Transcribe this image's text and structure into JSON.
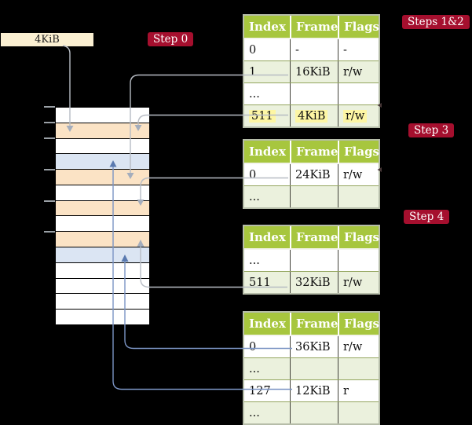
{
  "page_size_label": "4KiB",
  "badges": [
    {
      "label": "Step 0"
    },
    {
      "label": "Steps 1&2"
    },
    {
      "label": "Step 3"
    },
    {
      "label": "Step 4"
    }
  ],
  "memory": {
    "rows": [
      "white",
      "orange",
      "white",
      "blue",
      "orange",
      "white",
      "orange",
      "white",
      "orange",
      "blue",
      "white",
      "white",
      "white",
      "white"
    ]
  },
  "tables": [
    {
      "headers": [
        "Index",
        "Frame",
        "Flags"
      ],
      "rows": [
        {
          "cells": [
            "0",
            "-",
            "-"
          ],
          "shade": false,
          "highlight": false
        },
        {
          "cells": [
            "1",
            "16KiB",
            "r/w"
          ],
          "shade": true,
          "highlight": false
        },
        {
          "cells": [
            "...",
            "",
            ""
          ],
          "shade": false,
          "highlight": false
        },
        {
          "cells": [
            "511",
            "4KiB",
            "r/w"
          ],
          "shade": true,
          "highlight": true
        }
      ]
    },
    {
      "headers": [
        "Index",
        "Frame",
        "Flags"
      ],
      "rows": [
        {
          "cells": [
            "0",
            "24KiB",
            "r/w"
          ],
          "shade": false,
          "highlight": false
        },
        {
          "cells": [
            "...",
            "",
            ""
          ],
          "shade": true,
          "highlight": false
        }
      ]
    },
    {
      "headers": [
        "Index",
        "Frame",
        "Flags"
      ],
      "rows": [
        {
          "cells": [
            "...",
            "",
            ""
          ],
          "shade": false,
          "highlight": false
        },
        {
          "cells": [
            "511",
            "32KiB",
            "r/w"
          ],
          "shade": true,
          "highlight": false
        }
      ]
    },
    {
      "headers": [
        "Index",
        "Frame",
        "Flags"
      ],
      "rows": [
        {
          "cells": [
            "0",
            "36KiB",
            "r/w"
          ],
          "shade": false,
          "highlight": false
        },
        {
          "cells": [
            "...",
            "",
            ""
          ],
          "shade": true,
          "highlight": false
        },
        {
          "cells": [
            "127",
            "12KiB",
            "r"
          ],
          "shade": false,
          "highlight": false
        },
        {
          "cells": [
            "...",
            "",
            ""
          ],
          "shade": true,
          "highlight": false
        }
      ]
    }
  ],
  "colors": {
    "badge_red": "#a50f2e",
    "label_cream": "#fbf0d2",
    "table_header_green": "#a7c63e",
    "table_row_green": "#ebf1dd",
    "highlight_yellow": "#fdf6a4",
    "memory_orange": "#fbe3c5",
    "memory_blue": "#dbe5f3",
    "connector_gray": "#b7bcc4",
    "connector_blue": "#7b94c4"
  }
}
